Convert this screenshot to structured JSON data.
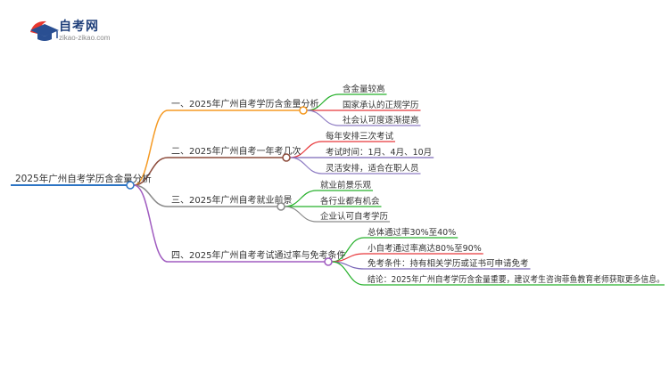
{
  "logo": {
    "name": "自考网",
    "domain": "zikao-zikao.com",
    "icon": "graduation-cap-icon",
    "colors": {
      "cap": "#2a4f92",
      "accent": "#e8362d"
    }
  },
  "mindmap": {
    "root": "2025年广州自考学历含金量分析",
    "root_color": "#2c74c4",
    "branches": [
      {
        "label": "一、2025年广州自考学历含金量分析",
        "color": "#f59a23",
        "children": [
          "含金量较高",
          "国家承认的正规学历",
          "社会认可度逐渐提高"
        ]
      },
      {
        "label": "二、2025年广州自考一年考几次",
        "color": "#8c4a3a",
        "children": [
          "每年安排三次考试",
          "考试时间：1月、4月、10月",
          "灵活安排，适合在职人员"
        ]
      },
      {
        "label": "三、2025年广州自考就业前景",
        "color": "#8a8a8a",
        "children": [
          "就业前景乐观",
          "各行业都有机会",
          "企业认可自考学历"
        ]
      },
      {
        "label": "四、2025年广州自考考试通过率与免考条件",
        "color": "#a05cc0",
        "children": [
          "总体通过率30%至40%",
          "小自考通过率高达80%至90%",
          "免考条件：持有相关学历或证书可申请免考",
          "结论：2025年广州自考学历含金量重要，建议考生咨询菲鱼教育老师获取更多信息。"
        ]
      }
    ],
    "child_colors": [
      "#26b02b",
      "#e8373a",
      "#8e7cc3",
      "#e8373a",
      "#7b68b8",
      "#8e7cc3",
      "#26b02b",
      "#26b02b",
      "#8a8a8a",
      "#26b02b",
      "#e8373a",
      "#7b68b8",
      "#26b02b"
    ]
  }
}
